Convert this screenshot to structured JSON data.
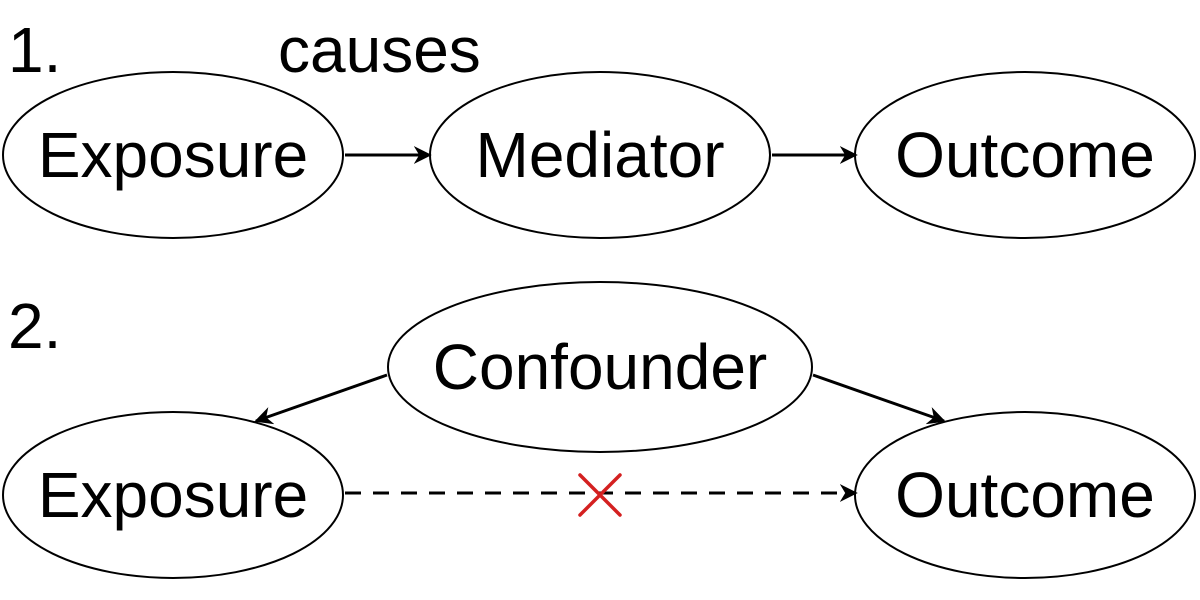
{
  "diagram_1": {
    "number": "1.",
    "edge_label": "causes",
    "nodes": {
      "exposure": "Exposure",
      "mediator": "Mediator",
      "outcome": "Outcome"
    }
  },
  "diagram_2": {
    "number": "2.",
    "nodes": {
      "confounder": "Confounder",
      "exposure": "Exposure",
      "outcome": "Outcome"
    },
    "blocked_marker_color": "#d42020"
  },
  "colors": {
    "stroke": "#000000",
    "background": "#ffffff",
    "blocked": "#d42020"
  }
}
